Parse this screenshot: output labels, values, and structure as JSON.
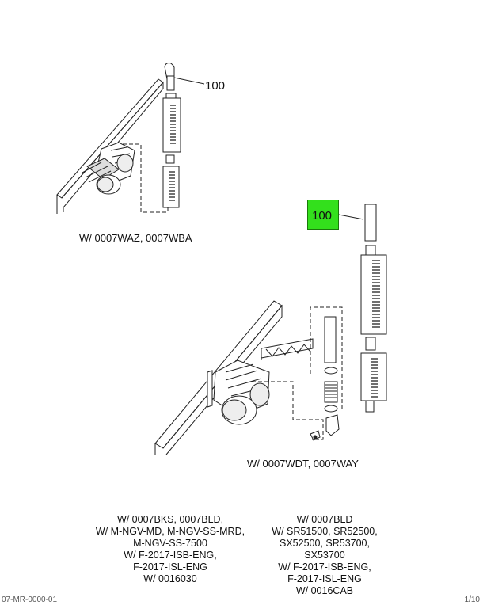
{
  "callouts": {
    "top_part_number": "100",
    "highlighted_part_number": "100"
  },
  "captions": {
    "upper_assembly": "W/ 0007WAZ, 0007WBA",
    "lower_assembly": "W/ 0007WDT, 0007WAY"
  },
  "notes": {
    "left": [
      "W/ 0007BKS, 0007BLD,",
      "W/ M-NGV-MD, M-NGV-SS-MRD,",
      "M-NGV-SS-7500",
      "W/ F-2017-ISB-ENG,",
      "F-2017-ISL-ENG",
      "W/ 0016030"
    ],
    "right": [
      "W/ 0007BLD",
      "W/ SR51500, SR52500,",
      "SX52500, SR53700,",
      "SX53700",
      "W/ F-2017-ISB-ENG,",
      "F-2017-ISL-ENG",
      "W/ 0016CAB"
    ]
  },
  "footer": {
    "left": "07-MR-0000-01",
    "right": "1/10"
  },
  "colors": {
    "highlight": "#33e01c",
    "line": "#222222"
  }
}
